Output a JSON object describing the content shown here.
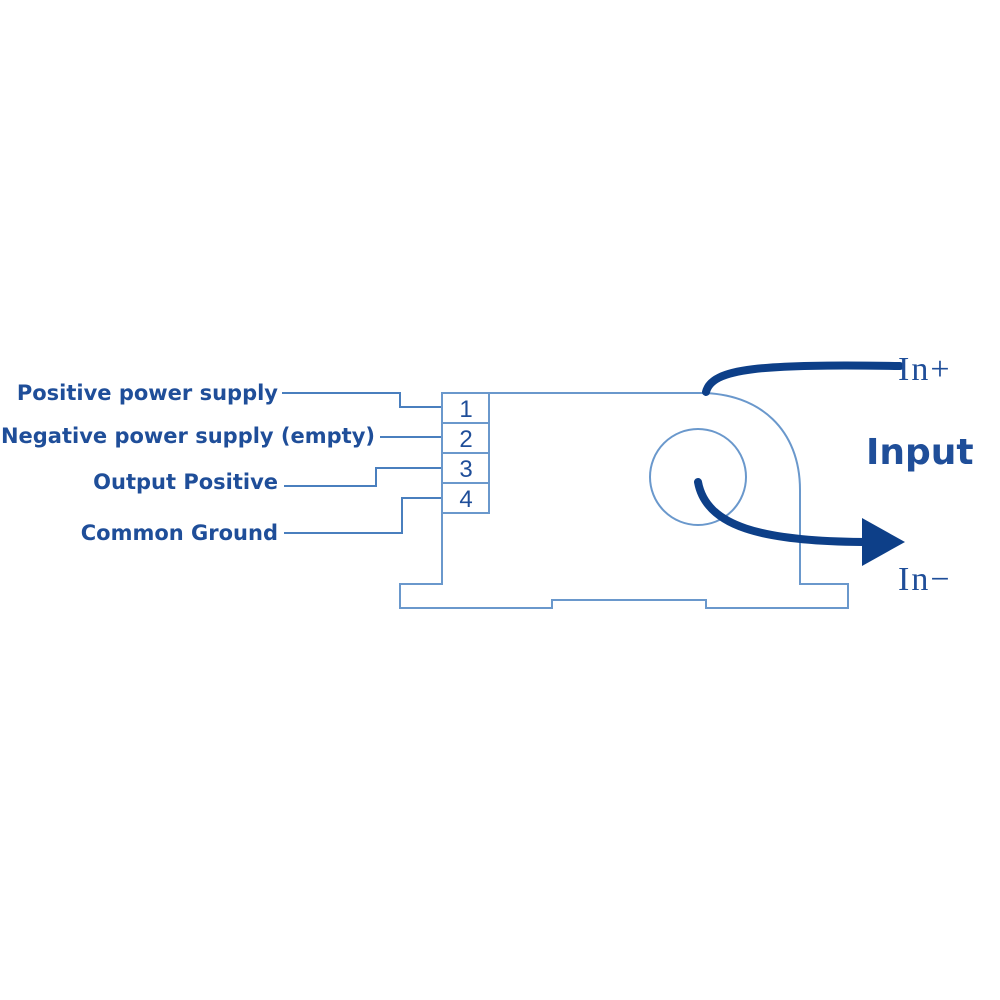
{
  "labels": {
    "pin1": "Positive power supply",
    "pin2": "Negative power supply (empty)",
    "pin3": "Output Positive",
    "pin4": "Common Ground"
  },
  "pins": [
    "1",
    "2",
    "3",
    "4"
  ],
  "input": {
    "title": "Input",
    "plus": "In+",
    "minus": "In−"
  },
  "colors": {
    "text": "#1f4e99",
    "outline": "#6a98cc",
    "wire": "#0d3f88"
  }
}
